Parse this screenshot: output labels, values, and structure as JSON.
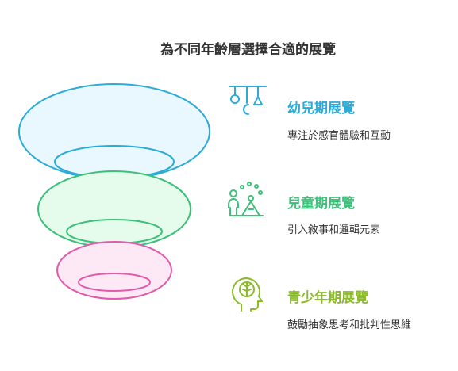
{
  "title": "為不同年齡層選擇合適的展覽",
  "stages": [
    {
      "heading": "幼兒期展覽",
      "description": "專注於感官體驗和互動",
      "icon": "mobile-toy-icon",
      "color": "#2cabd6",
      "fill": "#e8f8fe"
    },
    {
      "heading": "兒童期展覽",
      "description": "引入敘事和邏輯元素",
      "icon": "children-play-icon",
      "color": "#3cc07a",
      "fill": "#e5fbec"
    },
    {
      "heading": "青少年期展覽",
      "description": "鼓勵抽象思考和批判性思維",
      "icon": "brain-head-icon",
      "color": "#8cbb2a",
      "fill": "#fde9f6"
    }
  ]
}
